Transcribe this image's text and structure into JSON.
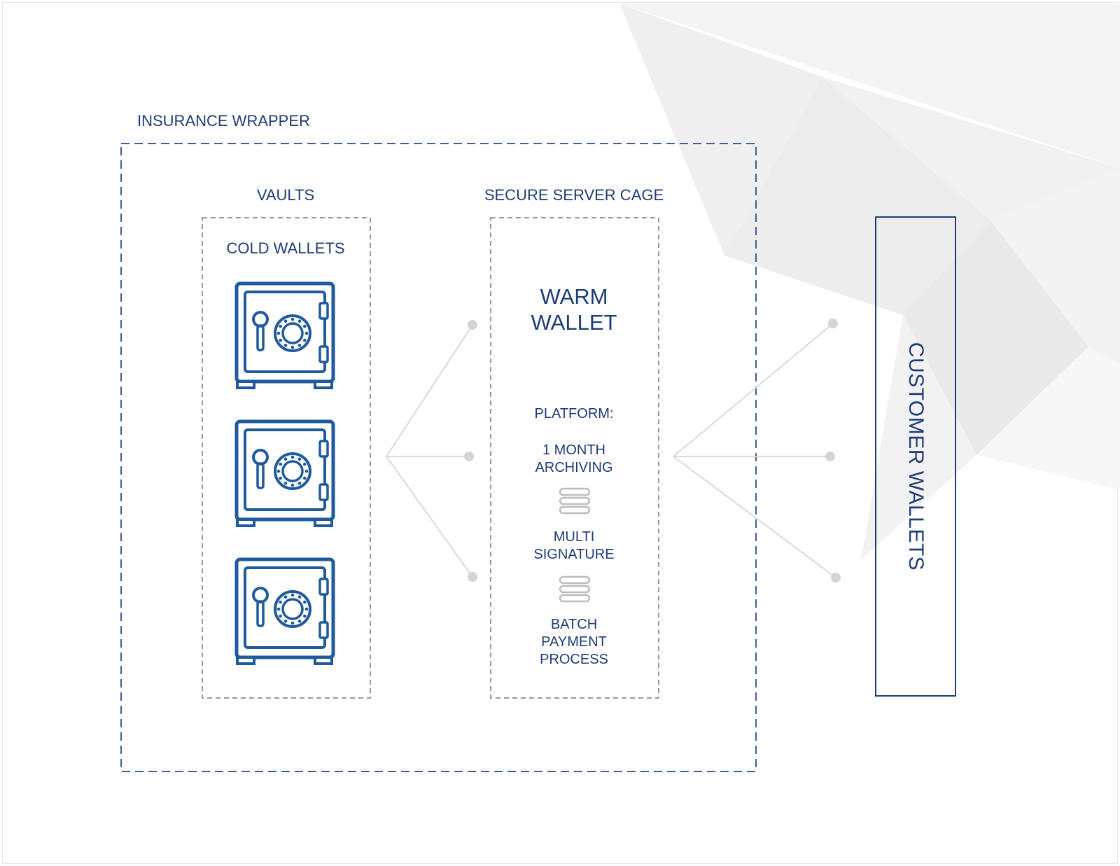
{
  "diagram": {
    "insurance_wrapper": "INSURANCE WRAPPER",
    "vaults": "VAULTS",
    "cold_wallets": "COLD WALLETS",
    "secure_server_cage": "SECURE SERVER CAGE",
    "warm_wallet": "WARM\nWALLET",
    "platform": "PLATFORM:",
    "archiving": "1 MONTH\nARCHIVING",
    "multi_signature": "MULTI\nSIGNATURE",
    "batch_payment": "BATCH\nPAYMENT\nPROCESS",
    "customer_wallets": "CUSTOMER WALLETS"
  },
  "colors": {
    "primary": "#1e3c78",
    "icon_blue": "#1f5a9c",
    "dashed_outer": "#3d5e9a",
    "dashed_inner": "#9a9a9a",
    "connector": "#d9d9d9"
  },
  "icons": [
    "safe-icon",
    "safe-icon",
    "safe-icon",
    "database-stack-icon",
    "database-stack-icon"
  ]
}
